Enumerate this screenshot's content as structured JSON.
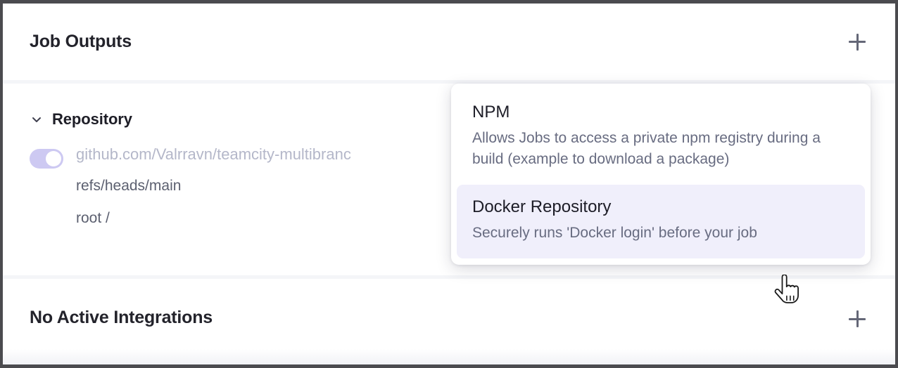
{
  "header": {
    "title": "Job Outputs",
    "add_icon": "plus-icon"
  },
  "repository_section": {
    "label": "Repository",
    "expand_icon": "chevron-down-icon",
    "toggle": {
      "state": "on",
      "color": "#cdc9f2"
    },
    "url": "github.com/Valrravn/teamcity-multibranc",
    "ref": "refs/heads/main",
    "path": "root /"
  },
  "integrations_section": {
    "title": "No Active Integrations",
    "add_icon": "plus-icon"
  },
  "dropdown": {
    "items": [
      {
        "title": "NPM",
        "description": "Allows Jobs to access a private npm registry during a build (example to download a package)",
        "selected": false
      },
      {
        "title": "Docker Repository",
        "description": "Securely runs 'Docker login' before your job",
        "selected": true
      }
    ],
    "highlight_color": "#f0effb"
  },
  "cursor": {
    "icon": "pointing-hand-cursor"
  }
}
